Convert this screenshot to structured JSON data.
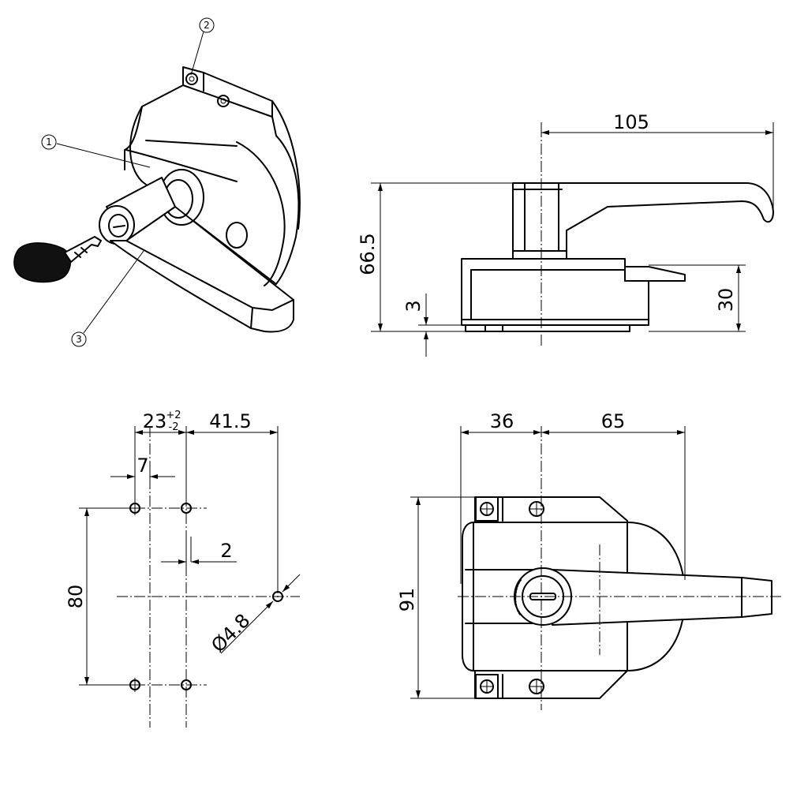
{
  "callouts": {
    "c1": "1",
    "c2": "2",
    "c3": "3"
  },
  "side_view": {
    "d105": "105",
    "d66_5": "66.5",
    "d30": "30",
    "d3": "3"
  },
  "hole_pattern": {
    "d23": "23",
    "tol_plus": "+2",
    "tol_minus": "-2",
    "d41_5": "41.5",
    "d7": "7",
    "d2": "2",
    "d80": "80",
    "d4_8": "Ø4.8"
  },
  "front_view": {
    "d36": "36",
    "d65": "65",
    "d91": "91"
  },
  "colors": {
    "line": "#000000",
    "background": "#ffffff"
  }
}
